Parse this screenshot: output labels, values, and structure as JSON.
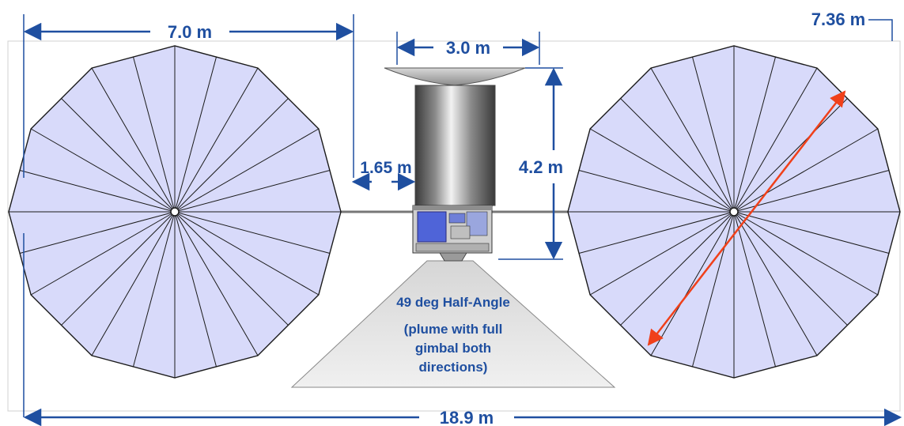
{
  "labels": {
    "array_width": "7.0 m",
    "array_diagonal": "7.36 m",
    "dish_width": "3.0 m",
    "body_height": "4.2 m",
    "offset": "1.65 m",
    "total_span": "18.9 m"
  },
  "plume": {
    "line1": "49 deg Half-Angle",
    "line2": "(plume with full",
    "line3": "gimbal both",
    "line4": "directions)"
  },
  "colors": {
    "panel_fill": "#d8dafa",
    "panel_stroke": "#1a1a1a",
    "dimension": "#1f4fa0",
    "diagonal_arrow": "#f0401a",
    "plume_fill": "#e4e4e4",
    "dish_fill": "#b8b8b8",
    "bus_body": "#777777"
  }
}
